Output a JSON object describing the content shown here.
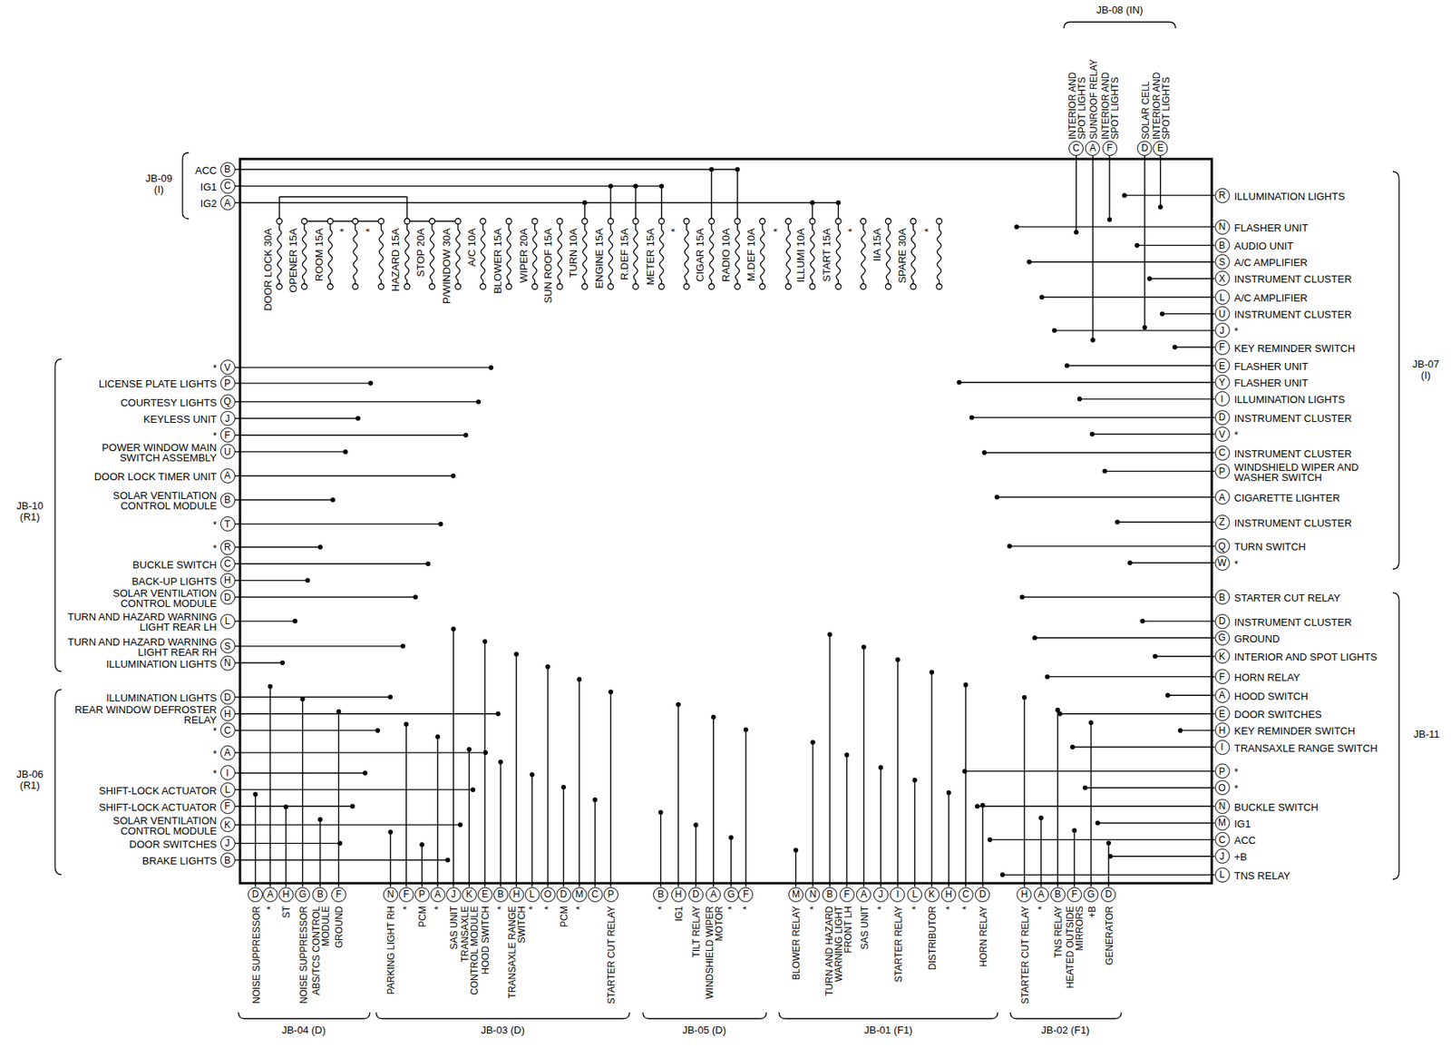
{
  "diagram": {
    "nodes": [
      {
        "text": [
          "C",
          "INTERIOR AND SPOT LIGHTS"
        ]
      },
      {
        "text": [
          "A",
          "SUNROOF RELAY"
        ]
      },
      {
        "text": [
          "F",
          "INTERIOR AND SPOT LIGHTS"
        ]
      },
      {
        "text": [
          "D",
          "SOLAR CELL"
        ]
      },
      {
        "text": [
          "E",
          "INTERIOR AND SPOT LIGHTS"
        ]
      },
      {
        "text": [
          "B",
          "ACC"
        ]
      },
      {
        "text": [
          "C",
          "IG1"
        ]
      },
      {
        "text": [
          "A",
          "IG2"
        ]
      },
      {
        "text": [
          "V",
          "*"
        ]
      },
      {
        "text": [
          "P",
          "LICENSE PLATE LIGHTS"
        ]
      },
      {
        "text": [
          "Q",
          "COURTESY LIGHTS"
        ]
      },
      {
        "text": [
          "J",
          "KEYLESS UNIT"
        ]
      },
      {
        "text": [
          "F",
          "*"
        ]
      },
      {
        "text": [
          "U",
          "POWER WINDOW MAIN SWITCH ASSEMBLY"
        ]
      },
      {
        "text": [
          "A",
          "DOOR LOCK TIMER UNIT"
        ]
      },
      {
        "text": [
          "B",
          "SOLAR VENTILATION CONTROL MODULE"
        ]
      },
      {
        "text": [
          "T",
          "*"
        ]
      },
      {
        "text": [
          "R",
          "*"
        ]
      },
      {
        "text": [
          "C",
          "BUCKLE SWITCH"
        ]
      },
      {
        "text": [
          "H",
          "BACK-UP LIGHTS"
        ]
      },
      {
        "text": [
          "D",
          "SOLAR VENTILATION CONTROL MODULE"
        ]
      },
      {
        "text": [
          "L",
          "TURN AND HAZARD WARNING LIGHT REAR LH"
        ]
      },
      {
        "text": [
          "S",
          "TURN AND HAZARD WARNING LIGHT REAR RH"
        ]
      },
      {
        "text": [
          "N",
          "ILLUMINATION LIGHTS"
        ]
      },
      {
        "text": [
          "D",
          "ILLUMINATION LIGHTS"
        ]
      },
      {
        "text": [
          "H",
          "REAR WINDOW DEFROSTER RELAY"
        ]
      },
      {
        "text": [
          "C",
          "*"
        ]
      },
      {
        "text": [
          "A",
          "*"
        ]
      },
      {
        "text": [
          "I",
          "*"
        ]
      },
      {
        "text": [
          "L",
          "SHIFT-LOCK ACTUATOR"
        ]
      },
      {
        "text": [
          "F",
          "SHIFT-LOCK ACTUATOR"
        ]
      },
      {
        "text": [
          "K",
          "SOLAR VENTILATION CONTROL MODULE"
        ]
      },
      {
        "text": [
          "J",
          "DOOR SWITCHES"
        ]
      },
      {
        "text": [
          "B",
          "BRAKE LIGHTS"
        ]
      },
      {
        "text": [
          "R",
          "ILLUMINATION LIGHTS"
        ]
      },
      {
        "text": [
          "N",
          "FLASHER UNIT"
        ]
      },
      {
        "text": [
          "B",
          "AUDIO UNIT"
        ]
      },
      {
        "text": [
          "S",
          "A/C AMPLIFIER"
        ]
      },
      {
        "text": [
          "X",
          "INSTRUMENT CLUSTER"
        ]
      },
      {
        "text": [
          "L",
          "A/C AMPLIFIER"
        ]
      },
      {
        "text": [
          "U",
          "INSTRUMENT CLUSTER"
        ]
      },
      {
        "text": [
          "J",
          "*"
        ]
      },
      {
        "text": [
          "F",
          "KEY REMINDER SWITCH"
        ]
      },
      {
        "text": [
          "E",
          "FLASHER UNIT"
        ]
      },
      {
        "text": [
          "Y",
          "FLASHER UNIT"
        ]
      },
      {
        "text": [
          "I",
          "ILLUMINATION LIGHTS"
        ]
      },
      {
        "text": [
          "D",
          "INSTRUMENT CLUSTER"
        ]
      },
      {
        "text": [
          "V",
          "*"
        ]
      },
      {
        "text": [
          "C",
          "INSTRUMENT CLUSTER"
        ]
      },
      {
        "text": [
          "P",
          "WINDSHIELD WIPER AND WASHER SWITCH"
        ]
      },
      {
        "text": [
          "A",
          "CIGARETTE LIGHTER"
        ]
      },
      {
        "text": [
          "Z",
          "INSTRUMENT CLUSTER"
        ]
      },
      {
        "text": [
          "Q",
          "TURN SWITCH"
        ]
      },
      {
        "text": [
          "W",
          "*"
        ]
      },
      {
        "text": [
          "B",
          "STARTER CUT RELAY"
        ]
      },
      {
        "text": [
          "D",
          "INSTRUMENT CLUSTER"
        ]
      },
      {
        "text": [
          "G",
          "GROUND"
        ]
      },
      {
        "text": [
          "K",
          "INTERIOR AND SPOT LIGHTS"
        ]
      },
      {
        "text": [
          "F",
          "HORN RELAY"
        ]
      },
      {
        "text": [
          "A",
          "HOOD SWITCH"
        ]
      },
      {
        "text": [
          "E",
          "DOOR SWITCHES"
        ]
      },
      {
        "text": [
          "H",
          "KEY REMINDER SWITCH"
        ]
      },
      {
        "text": [
          "I",
          "TRANSAXLE RANGE SWITCH"
        ]
      },
      {
        "text": [
          "P",
          "*"
        ]
      },
      {
        "text": [
          "O",
          "*"
        ]
      },
      {
        "text": [
          "N",
          "BUCKLE SWITCH"
        ]
      },
      {
        "text": [
          "M",
          "IG1"
        ]
      },
      {
        "text": [
          "C",
          "ACC"
        ]
      },
      {
        "text": [
          "J",
          "+B"
        ]
      },
      {
        "text": [
          "L",
          "TNS RELAY"
        ]
      },
      {
        "text": [
          "D",
          "NOISE SUPPRESSOR"
        ]
      },
      {
        "text": [
          "A",
          "*"
        ]
      },
      {
        "text": [
          "H",
          "ST"
        ]
      },
      {
        "text": [
          "G",
          "NOISE SUPPRESSOR"
        ]
      },
      {
        "text": [
          "B",
          "ABS/TCS CONTROL MODULE"
        ]
      },
      {
        "text": [
          "F",
          "GROUND"
        ]
      },
      {
        "text": [
          "N",
          "PARKING LIGHT RH"
        ]
      },
      {
        "text": [
          "F",
          "*"
        ]
      },
      {
        "text": [
          "P",
          "PCM"
        ]
      },
      {
        "text": [
          "A",
          "*"
        ]
      },
      {
        "text": [
          "J",
          "SAS UNIT"
        ]
      },
      {
        "text": [
          "K",
          "TRANSAXLE CONTROL MODULE"
        ]
      },
      {
        "text": [
          "E",
          "HOOD SWITCH"
        ]
      },
      {
        "text": [
          "B",
          "*"
        ]
      },
      {
        "text": [
          "H",
          "TRANSAXLE RANGE SWITCH"
        ]
      },
      {
        "text": [
          "L",
          "*"
        ]
      },
      {
        "text": [
          "O",
          "*"
        ]
      },
      {
        "text": [
          "D",
          "PCM"
        ]
      },
      {
        "text": [
          "M",
          "*"
        ]
      },
      {
        "text": [
          "C"
        ]
      },
      {
        "text": [
          "P",
          "STARTER CUT RELAY"
        ]
      },
      {
        "text": [
          "B",
          "*"
        ]
      },
      {
        "text": [
          "H",
          "IG1"
        ]
      },
      {
        "text": [
          "D",
          "TILT RELAY"
        ]
      },
      {
        "text": [
          "A",
          "WINDSHIELD WIPER MOTOR"
        ]
      },
      {
        "text": [
          "G",
          "*"
        ]
      },
      {
        "text": [
          "F",
          "*"
        ]
      },
      {
        "text": [
          "M",
          "BLOWER RELAY"
        ]
      },
      {
        "text": [
          "N",
          "*"
        ]
      },
      {
        "text": [
          "B",
          "TURN AND HAZARD WARNING LIGHT FRONT LH"
        ]
      },
      {
        "text": [
          "F"
        ]
      },
      {
        "text": [
          "A",
          "SAS UNIT"
        ]
      },
      {
        "text": [
          "J",
          "*"
        ]
      },
      {
        "text": [
          "I",
          "STARTER RELAY"
        ]
      },
      {
        "text": [
          "L",
          "*"
        ]
      },
      {
        "text": [
          "K",
          "DISTRIBUTOR"
        ]
      },
      {
        "text": [
          "H",
          "*"
        ]
      },
      {
        "text": [
          "C",
          "*"
        ]
      },
      {
        "text": [
          "D",
          "HORN RELAY"
        ]
      },
      {
        "text": [
          "H",
          "STARTER CUT RELAY"
        ]
      },
      {
        "text": [
          "A",
          "*"
        ]
      },
      {
        "text": [
          "B",
          "TNS RELAY"
        ]
      },
      {
        "text": [
          "F",
          "HEATED OUTSIDE MIRRORS"
        ]
      },
      {
        "text": [
          "G",
          "+B"
        ]
      },
      {
        "text": [
          "D",
          "GENERATOR"
        ]
      }
    ],
    "labels": [
      "JB-08 (IN)",
      "JB-09 (I)",
      "DOOR LOCK 30A",
      "OPENER 15A",
      "ROOM 15A",
      "*",
      "*",
      "HAZARD 15A",
      "STOP 20A",
      "P/WINDOW 30A",
      "A/C 10A",
      "BLOWER 15A",
      "WIPER 20A",
      "SUN ROOF 15A",
      "TURN 10A",
      "ENGINE 15A",
      "R.DEF 15A",
      "METER 15A",
      "*",
      "CIGAR 15A",
      "RADIO 10A",
      "M.DEF 10A",
      "*",
      "ILLUMI 10A",
      "START 15A",
      "*",
      "IIA 15A",
      "SPARE 30A",
      "*",
      "JB-10 (R1)",
      "JB-06 (R1)",
      "JB-07 (I)",
      "JB-11",
      "JB-04 (D)",
      "JB-03 (D)",
      "JB-05 (D)",
      "JB-01 (F1)",
      "JB-02 (F1)"
    ]
  }
}
